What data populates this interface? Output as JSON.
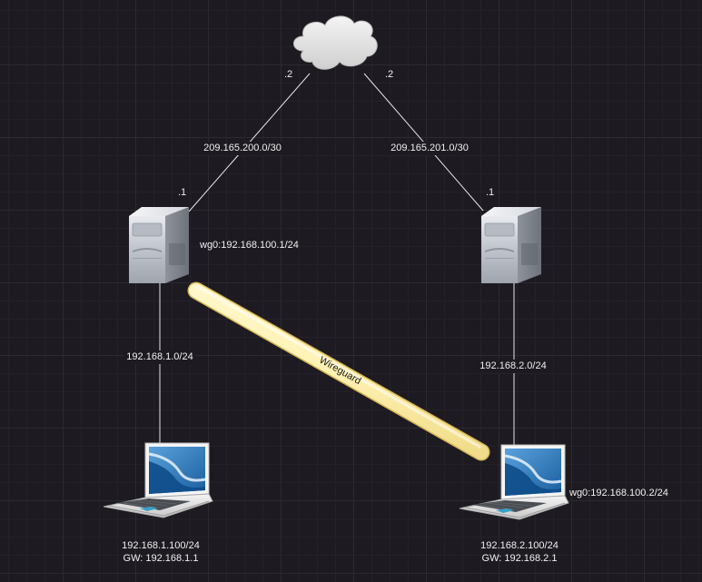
{
  "internet": {
    "left_octet": ".2",
    "right_octet": ".2"
  },
  "wan": {
    "left_subnet": "209.165.200.0/30",
    "right_subnet": "209.165.201.0/30",
    "left_router_octet": ".1",
    "right_router_octet": ".1"
  },
  "router_left": {
    "wg_label": "wg0:192.168.100.1/24",
    "lan_subnet": "192.168.1.0/24"
  },
  "router_right": {
    "lan_subnet": "192.168.2.0/24"
  },
  "tunnel": {
    "label": "Wireguard"
  },
  "laptop_left": {
    "ip": "192.168.1.100/24",
    "gw": "GW: 192.168.1.1"
  },
  "laptop_right": {
    "ip": "192.168.2.100/24",
    "gw": "GW: 192.168.2.1",
    "wg_label": "wg0:192.168.100.2/24"
  },
  "colors": {
    "background": "#1d1a21",
    "line": "#e6e6e6",
    "tunnel_fill": "#fff2b3",
    "tunnel_stroke": "#d6b656",
    "server_body": "#c9ccd3",
    "screen_blue": "#1f6fb5"
  }
}
